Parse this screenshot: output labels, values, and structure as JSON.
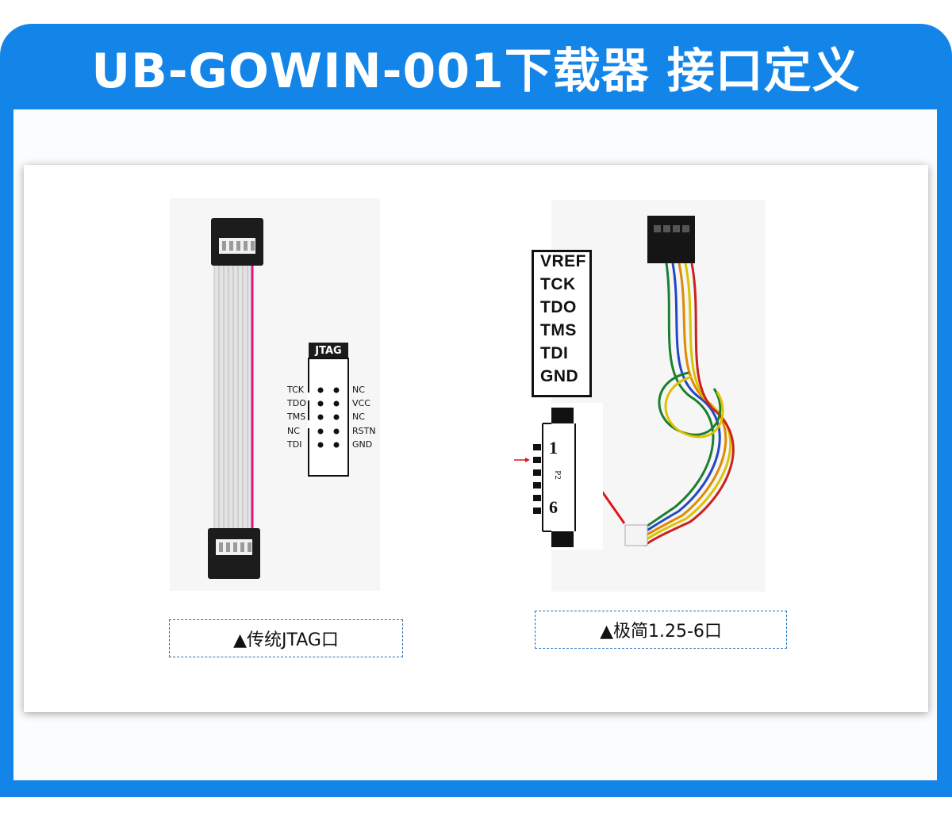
{
  "header": {
    "title": "UB-GOWIN-001下载器 接口定义"
  },
  "colors": {
    "brand_blue": "#1485e8",
    "cable_red": "#e0157a"
  },
  "left_panel": {
    "jtag_tab": "JTAG",
    "pins_left": [
      "TCK",
      "TDO",
      "TMS",
      "NC",
      "TDI"
    ],
    "pins_right": [
      "NC",
      "VCC",
      "NC",
      "RSTN",
      "GND"
    ],
    "caption": "▲传统JTAG口"
  },
  "right_panel": {
    "signals": [
      "VREF",
      "TCK",
      "TDO",
      "TMS",
      "TDI",
      "GND"
    ],
    "pin_first": "1",
    "pin_last": "6",
    "connector_label": "P2",
    "caption": "▲极简1.25-6口"
  }
}
